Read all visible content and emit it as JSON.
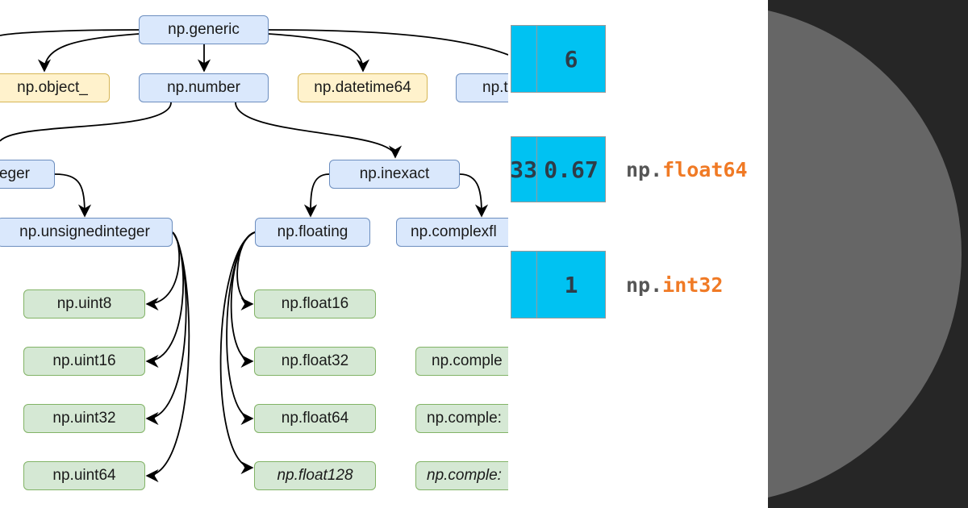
{
  "diagram": {
    "nodes": {
      "generic": "np.generic",
      "object": "np.object_",
      "number": "np.number",
      "datetime64": "np.datetime64",
      "timedelta": "np.t",
      "integer": "eger",
      "inexact": "np.inexact",
      "unsignedinteger": "np.unsignedinteger",
      "floating": "np.floating",
      "complexfloating": "np.complexfl",
      "uint8": "np.uint8",
      "uint16": "np.uint16",
      "uint32": "np.uint32",
      "uint64": "np.uint64",
      "float16": "np.float16",
      "float32": "np.float32",
      "float64": "np.float64",
      "float128": "np.float128",
      "complex_a": "np.comple",
      "complex_b": "np.comple:",
      "complex_c": "np.comple:"
    }
  },
  "arrays": {
    "rows": [
      {
        "left_value": "",
        "right_value": "6",
        "dtype_prefix": "",
        "dtype_type": ""
      },
      {
        "left_value": "33",
        "right_value": "0.67",
        "dtype_prefix": "np.",
        "dtype_type": "float64"
      },
      {
        "left_value": "",
        "right_value": "1",
        "dtype_prefix": "np.",
        "dtype_type": "int32"
      }
    ],
    "cell_color": "#00c2f2",
    "type_color": "#f07a25"
  },
  "colors": {
    "node_blue_fill": "#dae8fc",
    "node_yellow_fill": "#fff2cc",
    "node_green_fill": "#d5e8d4",
    "dark_background": "#262626",
    "circle_fill": "#666666"
  }
}
